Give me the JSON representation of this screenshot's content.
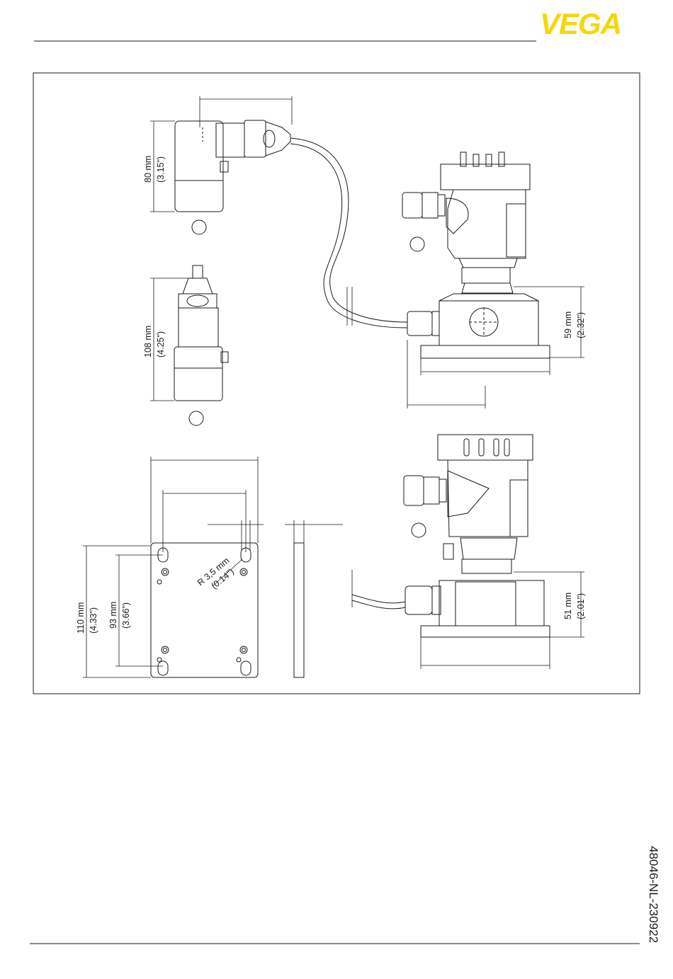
{
  "header": {
    "logo": {
      "text": "VEGA",
      "color": "#f5d60a"
    }
  },
  "dimensions": {
    "height_80": {
      "mm": "80 mm",
      "inch": "(3.15\")"
    },
    "height_108": {
      "mm": "108 mm",
      "inch": "(4.25\")"
    },
    "height_59": {
      "mm": "59 mm",
      "inch": "(2.32\")"
    },
    "height_51": {
      "mm": "51 mm",
      "inch": "(2.01\")"
    },
    "plate_110": {
      "mm": "110 mm",
      "inch": "(4.33\")"
    },
    "plate_93": {
      "mm": "93 mm",
      "inch": "(3.66\")"
    },
    "radius": {
      "mm": "R 3,5 mm",
      "inch": "(0.14\")"
    }
  },
  "footer": {
    "document_number": "48046-NL-230922"
  },
  "colors": {
    "line": "#1a1a1a",
    "brand_yellow": "#f5d60a"
  }
}
